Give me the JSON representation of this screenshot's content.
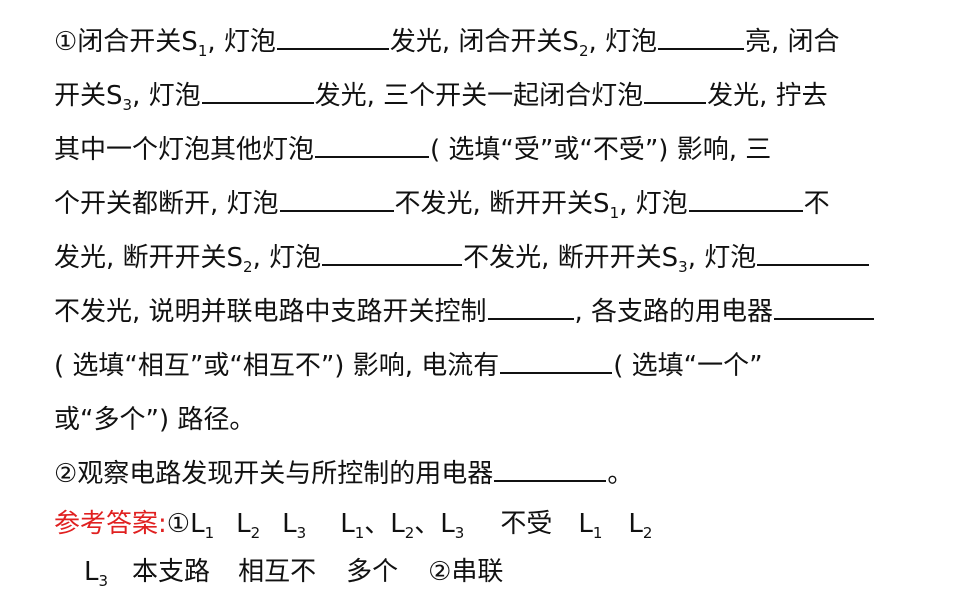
{
  "lines": [
    [
      "①闭合开关S",
      "1",
      ", 灯泡",
      "",
      "发光, 闭合开关S",
      "2",
      ", 灯泡",
      "",
      "亮, 闭合"
    ],
    [
      "开关S",
      "3",
      ", 灯泡",
      "",
      "发光, 三个开关一起闭合灯泡",
      "",
      "发光, 拧去"
    ],
    [
      "其中一个灯泡其他灯泡",
      "",
      "( 选填“受”或“不受”) 影响, 三"
    ],
    [
      "个开关都断开, 灯泡",
      "",
      "不发光, 断开开关S",
      "1",
      ", 灯泡",
      "",
      "不"
    ],
    [
      "发光, 断开开关S",
      "2",
      ", 灯泡",
      "",
      "不发光, 断开开关S",
      "3",
      ", 灯泡",
      ""
    ],
    [
      "不发光, 说明并联电路中支路开关控制",
      "",
      ", 各支路的用电器",
      ""
    ],
    [
      "( 选填“相互”或“相互不”) 影响, 电流有",
      "",
      "( 选填“一个”"
    ],
    [
      "或“多个”) 路径。"
    ],
    [
      "②观察电路发现开关与所控制的用电器",
      "",
      "。"
    ]
  ],
  "answer": {
    "label": "参考答案:",
    "line1": [
      "①L",
      "1",
      "L",
      "2",
      "L",
      "3",
      "L",
      "1",
      "、L",
      "2",
      "、L",
      "3",
      "不受",
      "L",
      "1",
      "L",
      "2"
    ],
    "line2": [
      "L",
      "3",
      "本支路",
      "相互不",
      "多个",
      "②串联"
    ]
  }
}
